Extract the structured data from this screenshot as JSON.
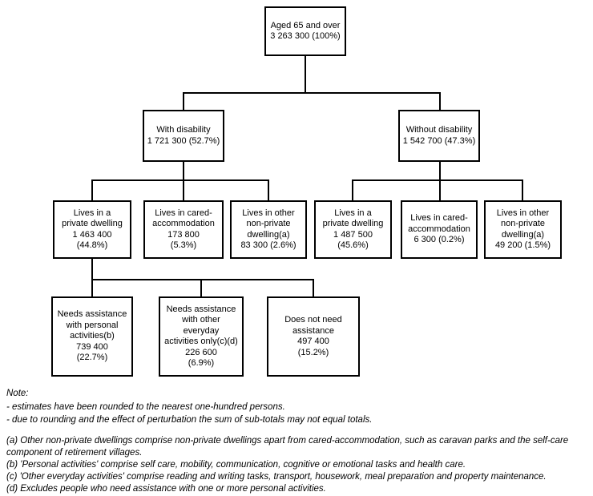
{
  "figure": {
    "nodes": {
      "aged_65_and_over": {
        "text": "Aged 65 and over\n3 263 300 (100%)"
      },
      "with_disability": {
        "text": "With disability\n1 721 300 (52.7%)"
      },
      "without_disability": {
        "text": "Without disability\n1 542 700 (47.3%)"
      },
      "wd_private_dwelling": {
        "text": "Lives in a\nprivate dwelling\n1 463 400\n(44.8%)"
      },
      "wd_cared_accommodation": {
        "text": "Lives in cared-\naccommodation\n173 800\n(5.3%)"
      },
      "wd_other_non_private": {
        "text": "Lives in other\nnon-private\ndwelling(a)\n83 300 (2.6%)"
      },
      "wod_private_dwelling": {
        "text": "Lives in a\nprivate dwelling\n1 487 500\n(45.6%)"
      },
      "wod_cared_accommodation": {
        "text": "Lives in cared-\naccommodation\n6 300 (0.2%)"
      },
      "wod_other_non_private": {
        "text": "Lives in other\nnon-private\ndwelling(a)\n49 200 (1.5%)"
      },
      "needs_personal": {
        "text": "Needs assistance\nwith personal\nactivities(b)\n739 400\n(22.7%)"
      },
      "needs_other_everyday": {
        "text": "Needs assistance\nwith other\neveryday\nactivities only(c)(d)\n226 600\n(6.9%)"
      },
      "does_not_need": {
        "text": "Does not need\nassistance\n497 400\n(15.2%)"
      }
    },
    "tree": {
      "aged_65_and_over": [
        "with_disability",
        "without_disability"
      ],
      "with_disability": [
        "wd_private_dwelling",
        "wd_cared_accommodation",
        "wd_other_non_private"
      ],
      "without_disability": [
        "wod_private_dwelling",
        "wod_cared_accommodation",
        "wod_other_non_private"
      ],
      "wd_private_dwelling": [
        "needs_personal",
        "needs_other_everyday",
        "does_not_need"
      ]
    },
    "note": {
      "heading": "Note:",
      "lines": [
        "- estimates have been rounded to the nearest one-hundred persons.",
        "- due to rounding and the effect of perturbation the sum of sub-totals may not equal totals."
      ]
    },
    "footnotes": [
      "(a) Other non-private dwellings comprise non-private dwellings apart from cared-accommodation, such as caravan parks and the self-care component of retirement villages.",
      "(b) 'Personal activities' comprise self care, mobility, communication, cognitive or emotional tasks and health care.",
      "(c) 'Other everyday activities' comprise reading and writing tasks, transport, housework, meal preparation and property maintenance.",
      "(d) Excludes people who need assistance with one or more personal activities."
    ],
    "colors": {
      "background": "#ffffff",
      "box_border": "#000000",
      "text": "#000000"
    }
  }
}
